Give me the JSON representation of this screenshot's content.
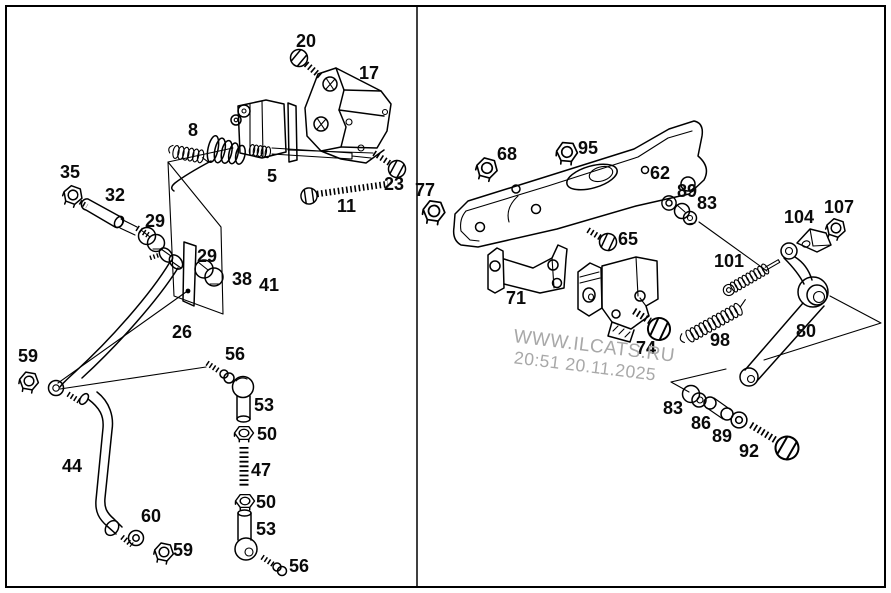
{
  "diagram": {
    "type": "exploded-parts-diagram",
    "panels": 2,
    "colors": {
      "background": "#ffffff",
      "line": "#000000",
      "watermark": "#a8a8a8"
    }
  },
  "watermark": {
    "line1": "WWW.ILCATS.RU",
    "line2": "20:51 20.11.2025"
  },
  "left_panel": {
    "parts": [
      {
        "label": "20"
      },
      {
        "label": "17"
      },
      {
        "label": "8"
      },
      {
        "label": "5"
      },
      {
        "label": "23"
      },
      {
        "label": "11"
      },
      {
        "label": "35"
      },
      {
        "label": "32"
      },
      {
        "label": "29"
      },
      {
        "label": "29"
      },
      {
        "label": "38"
      },
      {
        "label": "41"
      },
      {
        "label": "26"
      },
      {
        "label": "59"
      },
      {
        "label": "56"
      },
      {
        "label": "53"
      },
      {
        "label": "50"
      },
      {
        "label": "47"
      },
      {
        "label": "50"
      },
      {
        "label": "53"
      },
      {
        "label": "56"
      },
      {
        "label": "44"
      },
      {
        "label": "60"
      },
      {
        "label": "59"
      }
    ]
  },
  "right_panel": {
    "parts": [
      {
        "label": "77"
      },
      {
        "label": "68"
      },
      {
        "label": "95"
      },
      {
        "label": "62"
      },
      {
        "label": "65"
      },
      {
        "label": "71"
      },
      {
        "label": "89"
      },
      {
        "label": "83"
      },
      {
        "label": "104"
      },
      {
        "label": "107"
      },
      {
        "label": "101"
      },
      {
        "label": "98"
      },
      {
        "label": "80"
      },
      {
        "label": "74"
      },
      {
        "label": "83"
      },
      {
        "label": "86"
      },
      {
        "label": "89"
      },
      {
        "label": "92"
      }
    ]
  }
}
